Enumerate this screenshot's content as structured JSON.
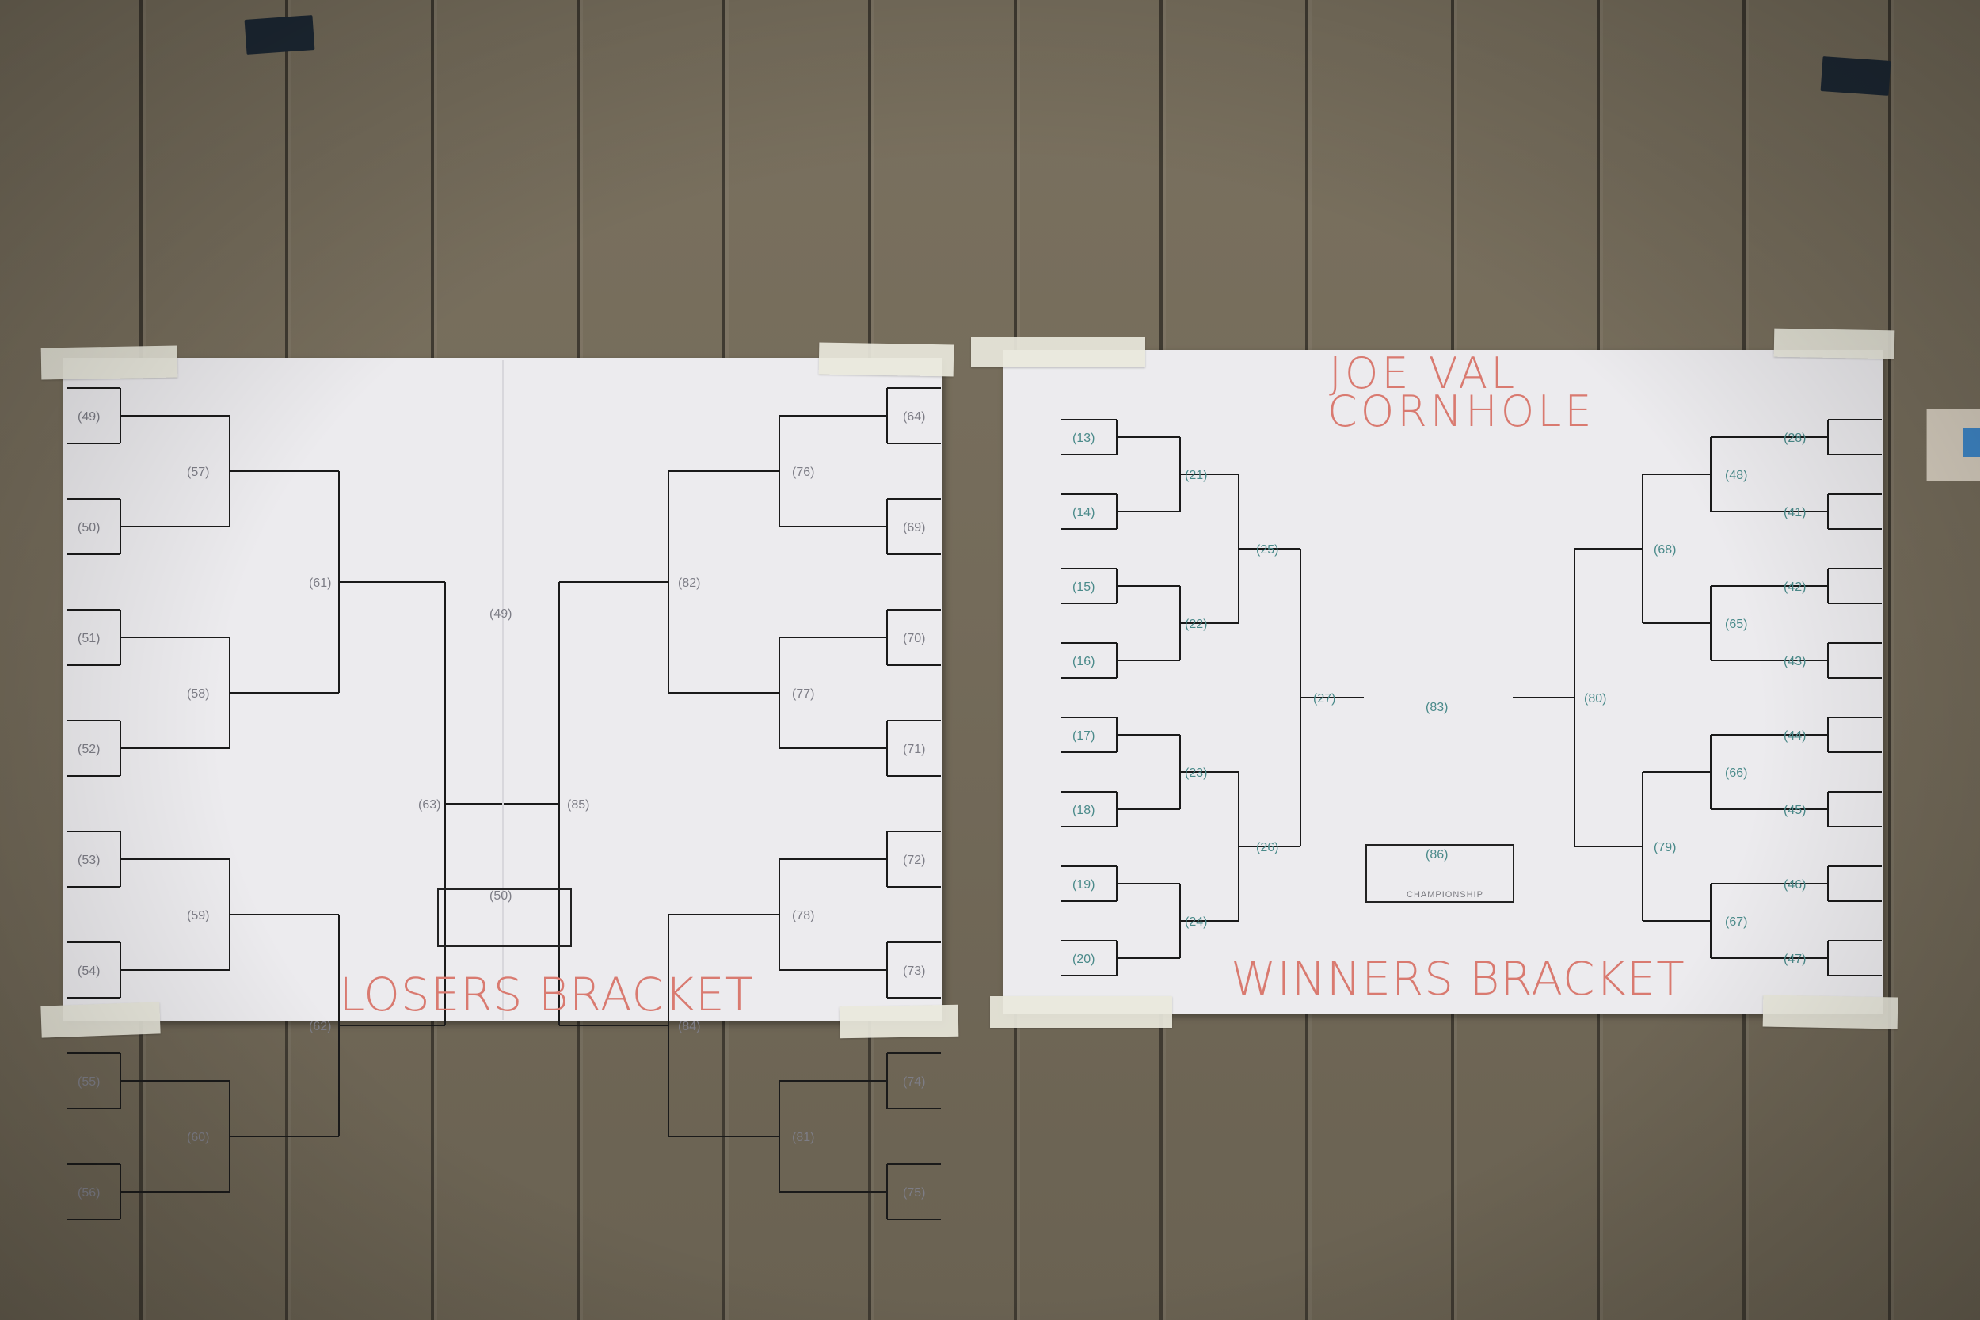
{
  "losers": {
    "title": "LOSERS BRACKET",
    "games": [
      "(49)",
      "(50)",
      "(51)",
      "(52)",
      "(53)",
      "(54)",
      "(55)",
      "(56)",
      "(57)",
      "(58)",
      "(59)",
      "(60)",
      "(61)",
      "(62)",
      "(63)",
      "(64)",
      "(69)",
      "(70)",
      "(71)",
      "(72)",
      "(73)",
      "(74)",
      "(75)",
      "(76)",
      "(77)",
      "(78)",
      "(81)",
      "(82)",
      "(84)",
      "(85)"
    ]
  },
  "winners": {
    "brand_line1": "JOE VAL",
    "brand_line2": "CORNHOLE",
    "title": "WINNERS BRACKET",
    "championship": "CHAMPIONSHIP",
    "games": [
      "(13)",
      "(14)",
      "(15)",
      "(16)",
      "(17)",
      "(18)",
      "(19)",
      "(20)",
      "(21)",
      "(22)",
      "(23)",
      "(24)",
      "(25)",
      "(26)",
      "(27)",
      "(28)",
      "(41)",
      "(42)",
      "(43)",
      "(44)",
      "(45)",
      "(46)",
      "(47)",
      "(48)",
      "(65)",
      "(66)",
      "(67)",
      "(68)",
      "(79)",
      "(80)",
      "(83)",
      "(86)"
    ]
  },
  "colors": {
    "accent_red": "#d97a70",
    "ink": "#1a1a1a",
    "paper": "#ecebee",
    "wall": "#746b5a"
  }
}
